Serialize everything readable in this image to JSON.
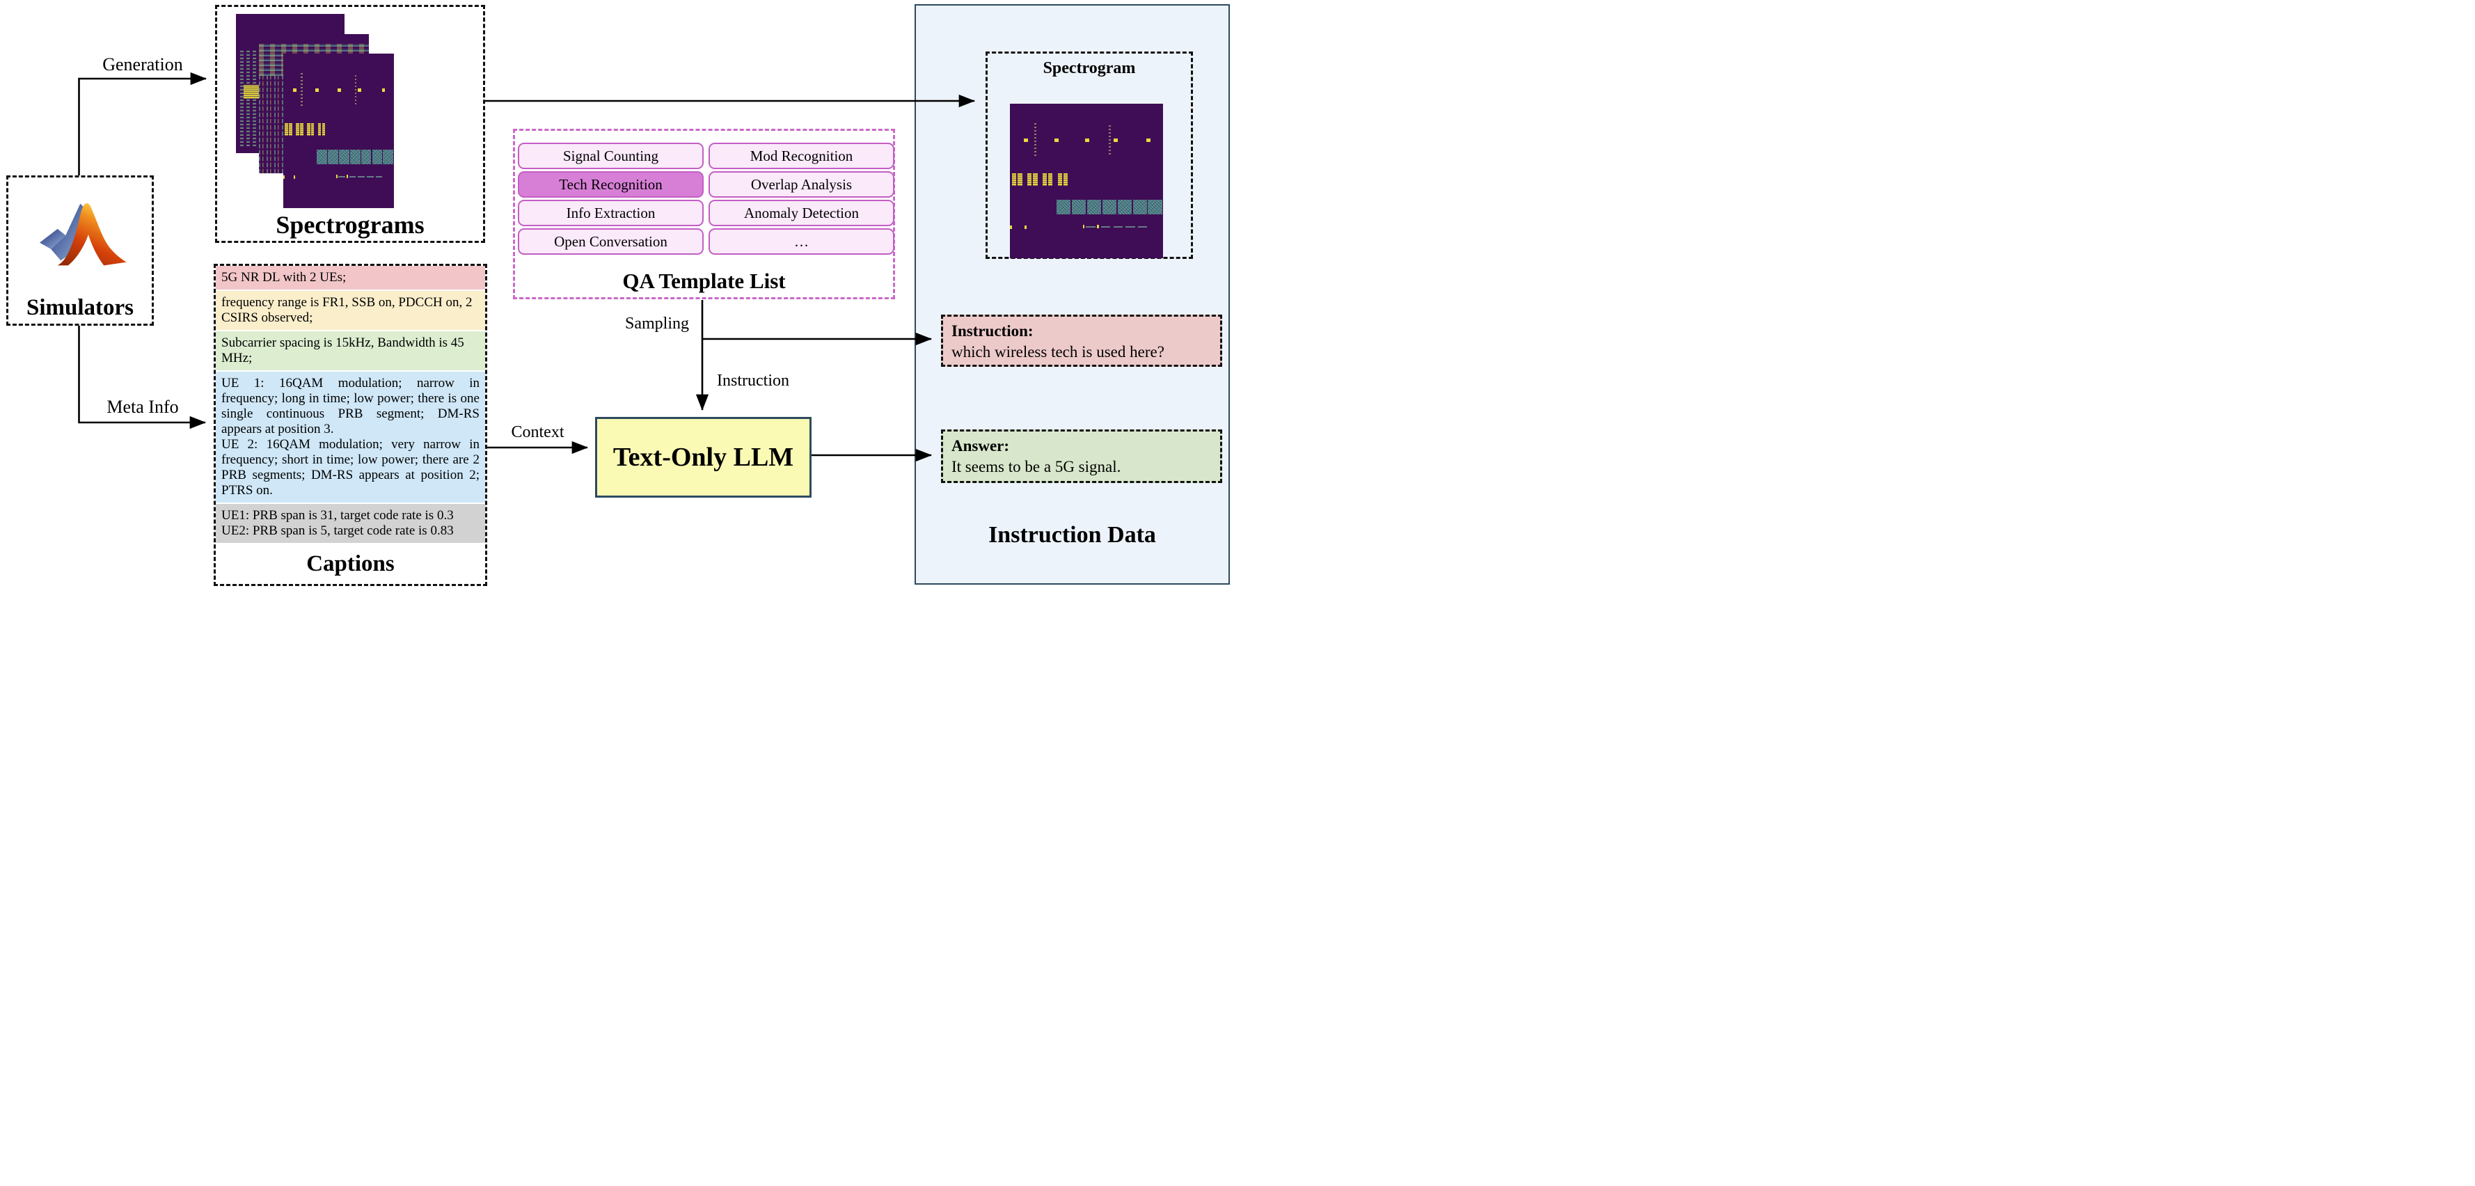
{
  "arrows": {
    "generation": "Generation",
    "meta_info": "Meta Info",
    "context": "Context",
    "sampling": "Sampling",
    "instruction": "Instruction"
  },
  "simulators": {
    "title": "Simulators",
    "logo": "matlab-logo"
  },
  "spectrograms": {
    "title": "Spectrograms"
  },
  "captions": {
    "title": "Captions",
    "blocks": [
      {
        "color": "pink",
        "text": "5G NR DL with 2 UEs;"
      },
      {
        "color": "yellow",
        "text": "frequency range is FR1, SSB on, PDCCH on, 2 CSIRS observed;"
      },
      {
        "color": "green",
        "text": "Subcarrier spacing is 15kHz, Bandwidth is 45 MHz;"
      },
      {
        "color": "blue",
        "text": "UE 1: 16QAM modulation; narrow in frequency; long in time; low power; there is one single continuous PRB segment; DM-RS appears at position 3.\nUE 2: 16QAM modulation; very narrow in frequency; short in time; low power; there are 2 PRB segments; DM-RS appears at position 2; PTRS on."
      },
      {
        "color": "gray",
        "text": "UE1: PRB span is 31,  target code rate is 0.3\nUE2: PRB span is 5, target code rate is 0.83"
      }
    ]
  },
  "qa_templates": {
    "title": "QA Template List",
    "items": [
      {
        "label": "Signal Counting",
        "highlighted": false
      },
      {
        "label": "Mod Recognition",
        "highlighted": false
      },
      {
        "label": "Tech Recognition",
        "highlighted": true
      },
      {
        "label": "Overlap Analysis",
        "highlighted": false
      },
      {
        "label": "Info Extraction",
        "highlighted": false
      },
      {
        "label": "Anomaly Detection",
        "highlighted": false
      },
      {
        "label": "Open Conversation",
        "highlighted": false
      },
      {
        "label": "…",
        "highlighted": false
      }
    ]
  },
  "llm": {
    "label": "Text-Only LLM"
  },
  "instruction_data": {
    "title": "Instruction Data",
    "spectrogram_label": "Spectrogram",
    "instruction_header": "Instruction:",
    "instruction_text": "which wireless tech is used here?",
    "answer_header": "Answer:",
    "answer_text": "It seems to be a 5G signal."
  },
  "colors": {
    "qa_border": "#c45ec4",
    "qa_cell_bg": "#faeafa",
    "qa_cell_highlight": "#d77fd7",
    "llm_fill": "#fbfab4",
    "llm_border": "#2d4a5f",
    "panel_bg": "#edf3fa",
    "panel_border": "#2d4a5f",
    "caption_pink": "#f2c6c9",
    "caption_yellow": "#faeecb",
    "caption_green": "#dcedd0",
    "caption_blue": "#cfe7f7",
    "caption_gray": "#d2d2d2",
    "instruction_fill": "#edcaca",
    "answer_fill": "#d8e7cb",
    "spectrogram_purple": "#3f0d55",
    "spectrogram_yellow": "#e8d93f"
  }
}
